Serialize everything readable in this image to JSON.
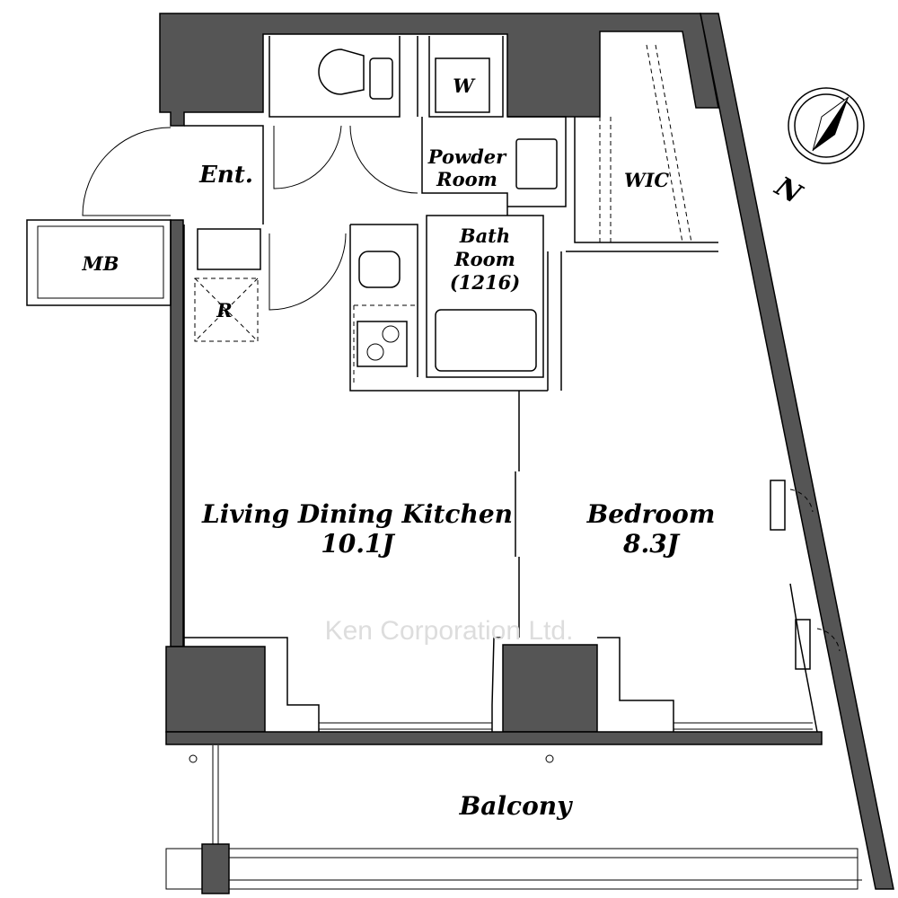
{
  "plan": {
    "rooms": {
      "entrance": "Ent.",
      "meter_box": "MB",
      "refrigerator": "R",
      "washer": "W",
      "powder_room_line1": "Powder",
      "powder_room_line2": "Room",
      "bath_line1": "Bath",
      "bath_line2": "Room",
      "bath_size": "(1216)",
      "wic": "WIC",
      "ldk_name": "Living Dining Kitchen",
      "ldk_size": "10.1J",
      "bedroom_name": "Bedroom",
      "bedroom_size": "8.3J",
      "balcony": "Balcony"
    },
    "compass_label": "N",
    "watermark": "Ken Corporation Ltd.",
    "colors": {
      "wall": "#555555",
      "line": "#000000",
      "watermark": "#dddddd"
    }
  }
}
